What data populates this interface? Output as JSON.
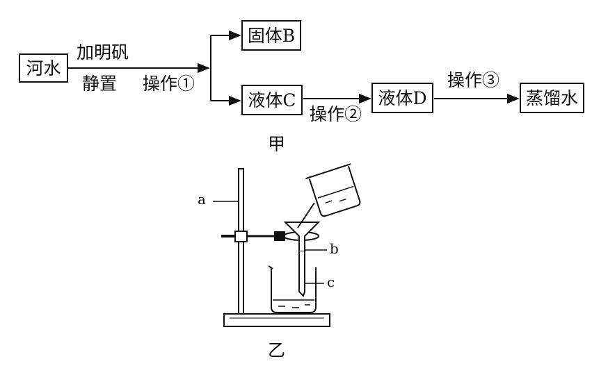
{
  "flow": {
    "river_water": "河水",
    "step1_top": "加明矾",
    "step1_bottom": "静置",
    "operation1": "操作①",
    "solid_b": "固体B",
    "liquid_c": "液体C",
    "operation2": "操作②",
    "liquid_d": "液体D",
    "operation3": "操作③",
    "distilled_water": "蒸馏水",
    "caption": "甲"
  },
  "apparatus": {
    "label_a": "a",
    "label_b": "b",
    "label_c": "c",
    "caption": "乙"
  }
}
